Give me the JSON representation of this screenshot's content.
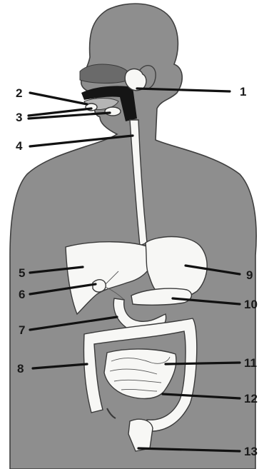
{
  "labels": [
    "1",
    "2",
    "3",
    "4",
    "5",
    "6",
    "7",
    "8",
    "9",
    "10",
    "11",
    "12",
    "13"
  ],
  "colors": {
    "background": "#ffffff",
    "body": "#8e8e8e",
    "body_outline": "#3f3f3f",
    "organ_fill": "#f7f7f5",
    "organ_outline": "#3a3a3a",
    "pharynx": "#151515",
    "nasal": "#6a6a6a",
    "leader": "#111111"
  }
}
